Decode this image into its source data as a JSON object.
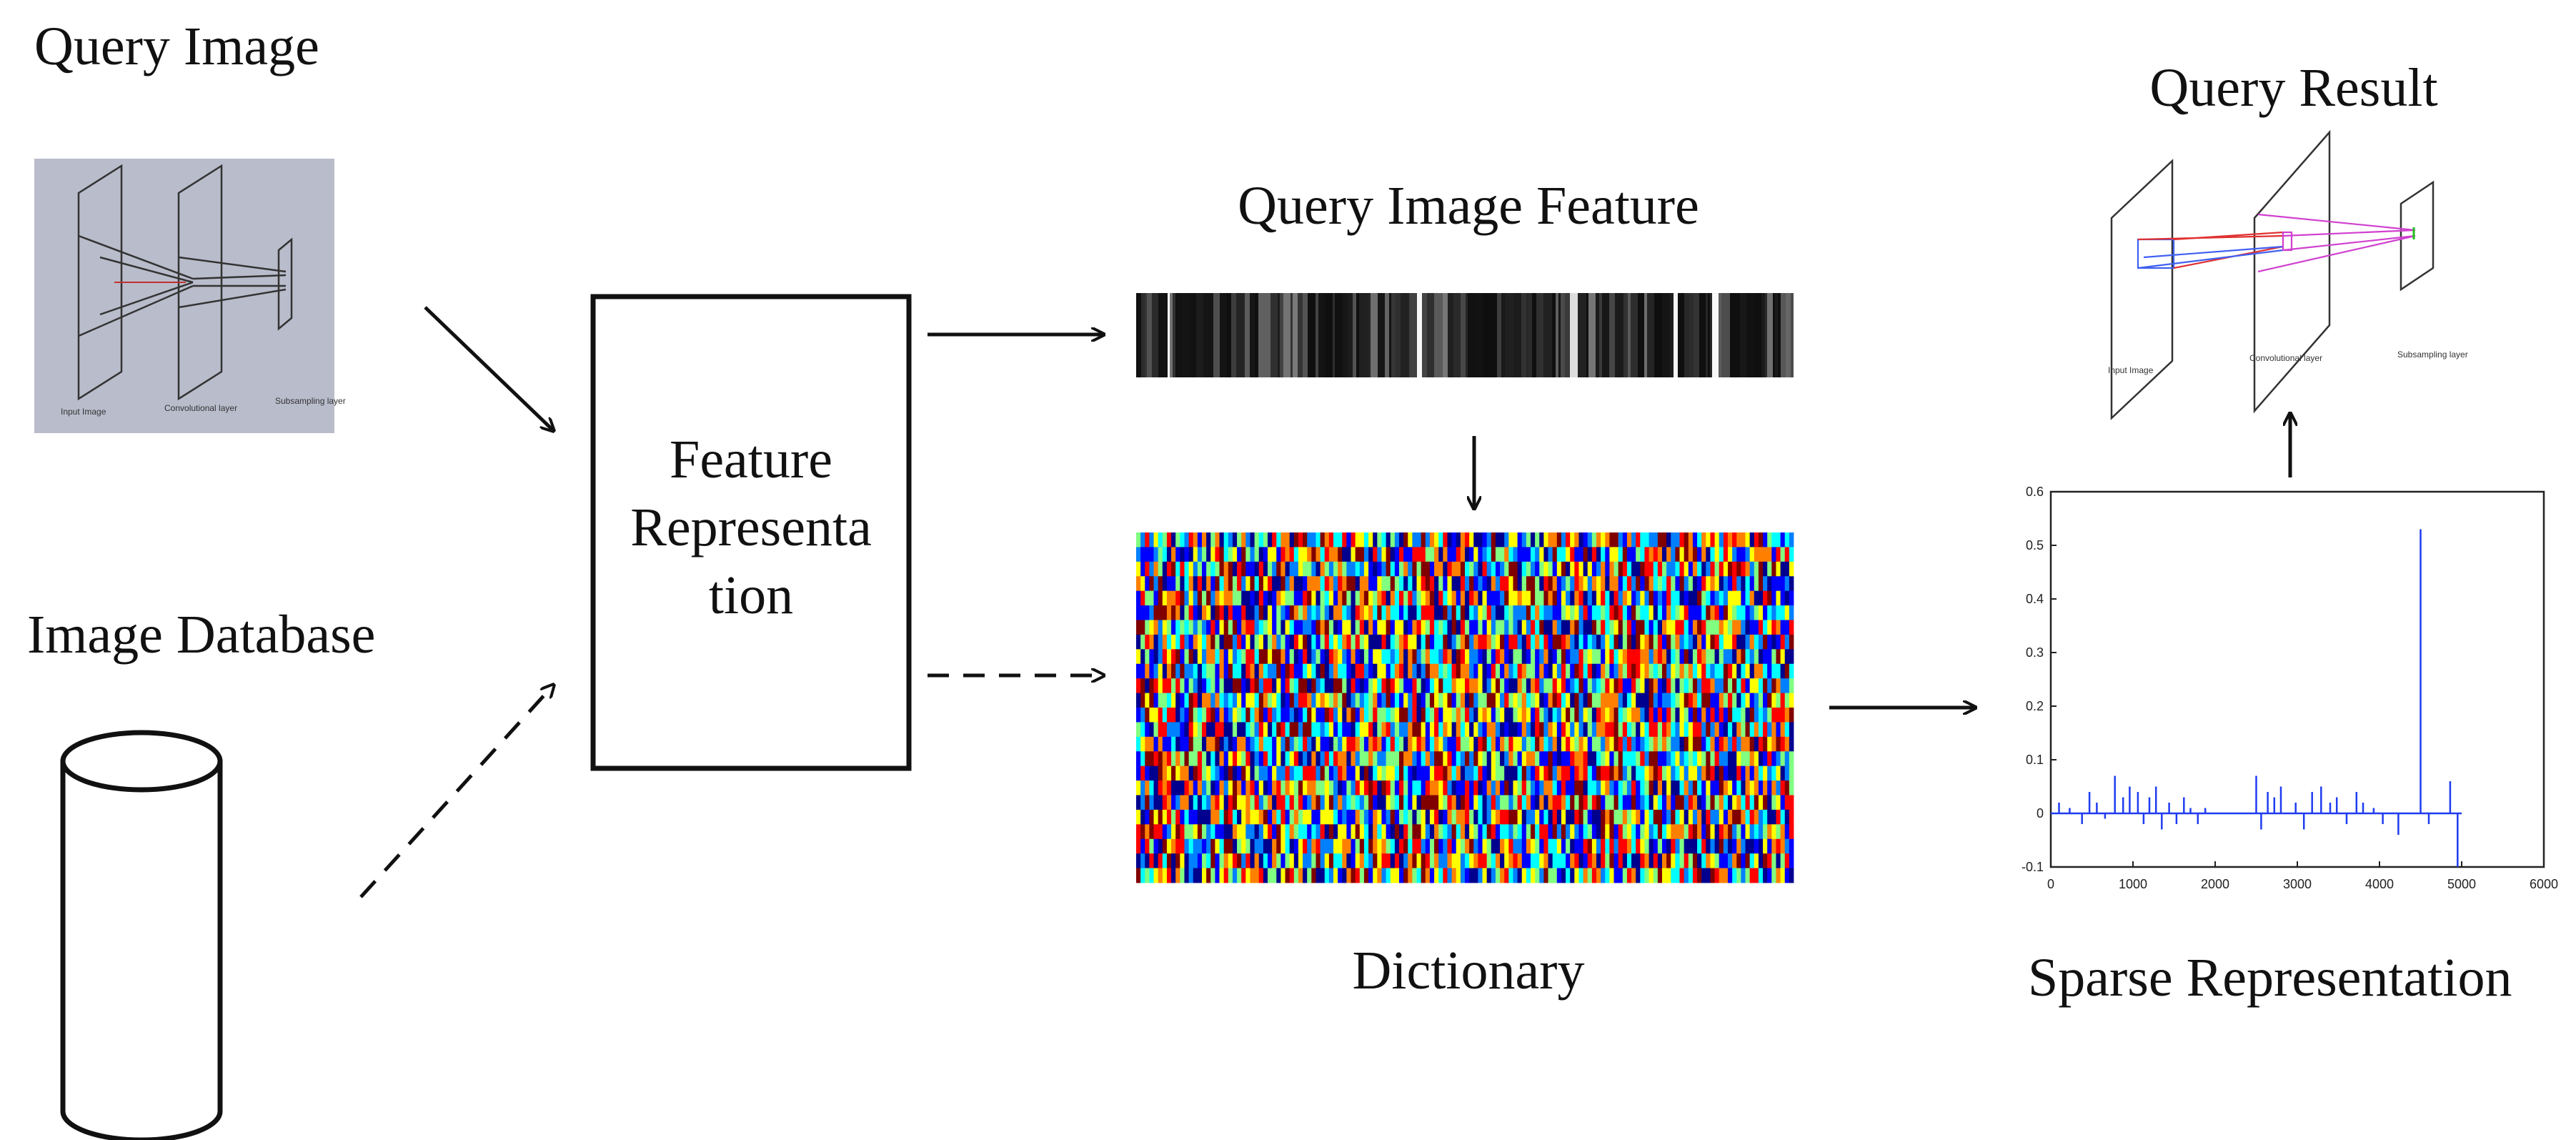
{
  "labels": {
    "query_image": "Query Image",
    "image_database": "Image Database",
    "feature_representation_l1": "Feature",
    "feature_representation_l2": "Representa",
    "feature_representation_l3": "tion",
    "query_image_feature": "Query Image Feature",
    "dictionary": "Dictionary",
    "query_result": "Query Result",
    "sparse_representation": "Sparse Representation"
  },
  "thumbnail": {
    "layer_labels": [
      "Input Image",
      "Convolutional layer",
      "Subsampling layer"
    ]
  },
  "colors": {
    "thumbnail_bg": "#b9bccb",
    "sparse_line": "#1f3cf0",
    "dictionary_palette": [
      "#00008f",
      "#0000ff",
      "#0080ff",
      "#00ffff",
      "#80ff80",
      "#ffff00",
      "#ff8000",
      "#ff0000",
      "#800000"
    ]
  },
  "chart_data": {
    "type": "line",
    "title": "",
    "xlabel": "",
    "ylabel": "",
    "xlim": [
      0,
      6000
    ],
    "ylim": [
      -0.1,
      0.6
    ],
    "xticks": [
      "0",
      "1000",
      "2000",
      "3000",
      "4000",
      "5000",
      "6000"
    ],
    "yticks": [
      "0.6",
      "0.5",
      "0.4",
      "0.3",
      "0.2",
      "0.1",
      "0",
      "-0.1"
    ],
    "spikes_x": [
      100,
      230,
      380,
      470,
      560,
      660,
      780,
      880,
      960,
      1060,
      1130,
      1200,
      1280,
      1350,
      1440,
      1530,
      1620,
      1700,
      1790,
      1880,
      2500,
      2560,
      2640,
      2720,
      2800,
      2980,
      3080,
      3180,
      3290,
      3400,
      3480,
      3600,
      3720,
      3800,
      3930,
      4040,
      4230,
      4500,
      4600,
      4860,
      4950
    ],
    "spikes_y": [
      0.02,
      0.01,
      -0.02,
      0.04,
      0.02,
      -0.01,
      0.07,
      0.03,
      0.05,
      0.04,
      -0.02,
      0.03,
      0.05,
      -0.03,
      0.02,
      -0.02,
      0.03,
      0.01,
      -0.02,
      0.01,
      0.07,
      -0.03,
      0.04,
      0.03,
      0.05,
      0.02,
      -0.03,
      0.04,
      0.05,
      0.02,
      0.03,
      -0.02,
      0.04,
      0.02,
      0.01,
      -0.02,
      -0.04,
      0.53,
      -0.02,
      0.06,
      -0.1
    ]
  }
}
